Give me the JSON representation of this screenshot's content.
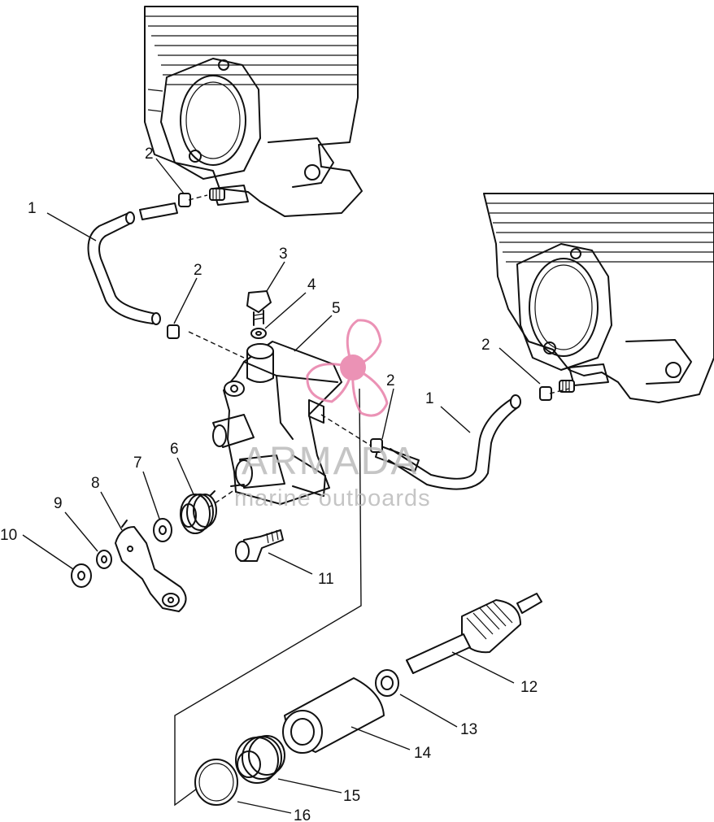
{
  "callouts": {
    "c1a": "1",
    "c2a": "2",
    "c2b": "2",
    "c3": "3",
    "c4": "4",
    "c5": "5",
    "c2c": "2",
    "c1b": "1",
    "c2d": "2",
    "c6": "6",
    "c7": "7",
    "c8": "8",
    "c9": "9",
    "c10": "10",
    "c11": "11",
    "c12": "12",
    "c13": "13",
    "c14": "14",
    "c15": "15",
    "c16": "16"
  },
  "watermark": {
    "brand": "ARMADA",
    "tagline": "marine outboards",
    "logo_color": "#e87fa9"
  }
}
